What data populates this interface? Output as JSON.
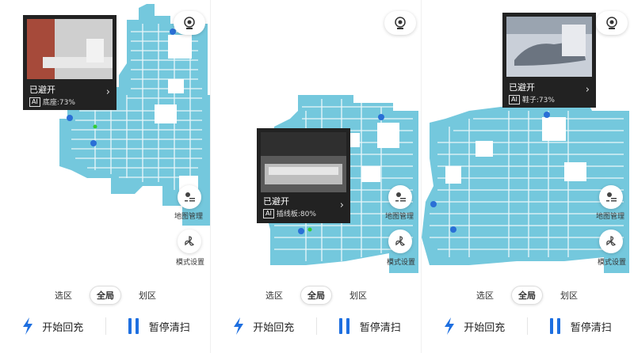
{
  "colors": {
    "map": "#74c8dd",
    "accent": "#1e6fe0",
    "popup": "#222222"
  },
  "panels": [
    {
      "popup": {
        "title": "已避开",
        "ai": "AI",
        "desc": "底座:73%"
      },
      "side_top_label": "地图管理",
      "side_bottom_label": "模式设置"
    },
    {
      "popup": {
        "title": "已避开",
        "ai": "AI",
        "desc": "插线板:80%"
      },
      "side_top_label": "地图管理",
      "side_bottom_label": "模式设置"
    },
    {
      "popup": {
        "title": "已避开",
        "ai": "AI",
        "desc": "鞋子:73%"
      },
      "side_top_label": "地图管理",
      "side_bottom_label": "模式设置"
    }
  ],
  "tabs": [
    "选区",
    "全局",
    "划区"
  ],
  "active_tab": "全局",
  "actions": {
    "recharge": "开始回充",
    "pause": "暂停清扫"
  },
  "icons": {
    "record": "camera-record-icon",
    "map_manage": "map-manage-icon",
    "mode": "fan-mode-icon",
    "recharge": "lightning-icon",
    "pause": "pause-icon"
  }
}
